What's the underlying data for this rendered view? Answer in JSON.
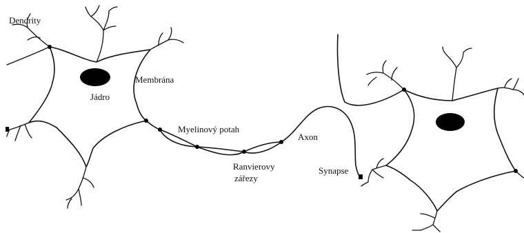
{
  "labels": {
    "dendrity": "Dendrity",
    "jadro": "Jádro",
    "membrana": "Membrána",
    "myelin": "Myelinový potah",
    "axon": "Axon",
    "ranvier_line1": "Ranvierovy",
    "ranvier_line2": "zářezy",
    "synapse": "Synapse"
  },
  "colors": {
    "ink": "#111111",
    "background": "#ffffff"
  }
}
